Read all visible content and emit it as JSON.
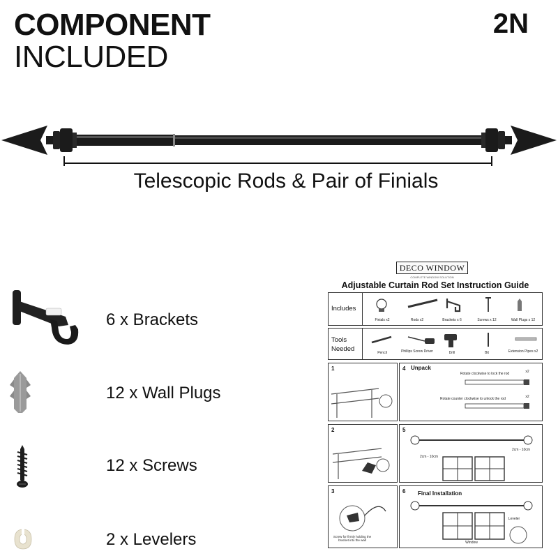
{
  "header": {
    "title_line1": "COMPONENT",
    "title_line2": "INCLUDED",
    "badge": "2N"
  },
  "rod": {
    "caption": "Telescopic Rods & Pair of Finials",
    "color": "#1b1b1b"
  },
  "components": [
    {
      "icon": "bracket-icon",
      "label": "6 x Brackets"
    },
    {
      "icon": "wall-plug-icon",
      "label": "12 x Wall Plugs"
    },
    {
      "icon": "screw-icon",
      "label": "12 x Screws"
    },
    {
      "icon": "leveler-icon",
      "label": "2 x Levelers"
    }
  ],
  "guide": {
    "brand": "DECO WINDOW",
    "brand_sub": "COMPLETE WINDOW SOLUTION",
    "title": "Adjustable Curtain Rod Set Instruction Guide",
    "includes_label": "Includes",
    "includes": [
      "Finials x2",
      "Rods x2",
      "Brackets x 6",
      "Screws x 12",
      "Wall Plugs x 12"
    ],
    "tools_label_1": "Tools",
    "tools_label_2": "Needed",
    "tools": [
      "Pencil",
      "Phillips Screw Driver",
      "Drill",
      "Bit",
      "Extension Pipes x2"
    ],
    "step4_title": "Unpack",
    "step4_lock": "Rotate clockwise to lock the rod",
    "step4_unlock": "Rotate counter clockwise to unlock the rod",
    "step4_x2a": "x2",
    "step4_x2b": "x2",
    "step5_dim_left": "2cm - 10cm",
    "step5_dim_right": "2cm - 10cm",
    "step6_title": "Final Installation",
    "step6_leveler": "Leveler",
    "step6_window": "Window",
    "step3_note": "Screw for firmly holding the bracket into the wall",
    "steps": [
      "1",
      "2",
      "3",
      "4",
      "5",
      "6"
    ]
  }
}
